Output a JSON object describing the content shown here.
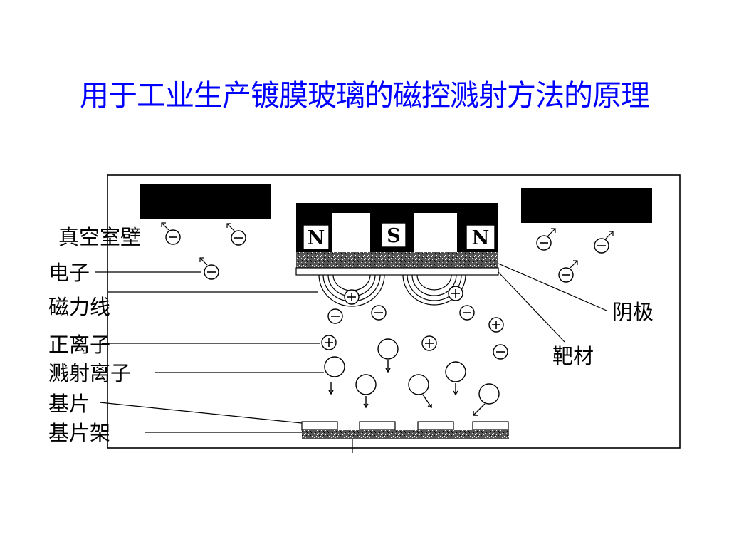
{
  "title": "用于工业生产镀膜玻璃的磁控溅射方法的原理",
  "labels": {
    "chamber_wall": "真空室壁",
    "electron": "电子",
    "field_lines": "磁力线",
    "positive_ion": "正离子",
    "sputtered_ion": "溅射离子",
    "substrate": "基片",
    "substrate_holder": "基片架",
    "cathode": "阴极",
    "target": "靶材"
  },
  "magnet_poles": [
    "N",
    "S",
    "N"
  ],
  "colors": {
    "title": "#0000ff",
    "lines": "#000000",
    "background": "#ffffff"
  }
}
